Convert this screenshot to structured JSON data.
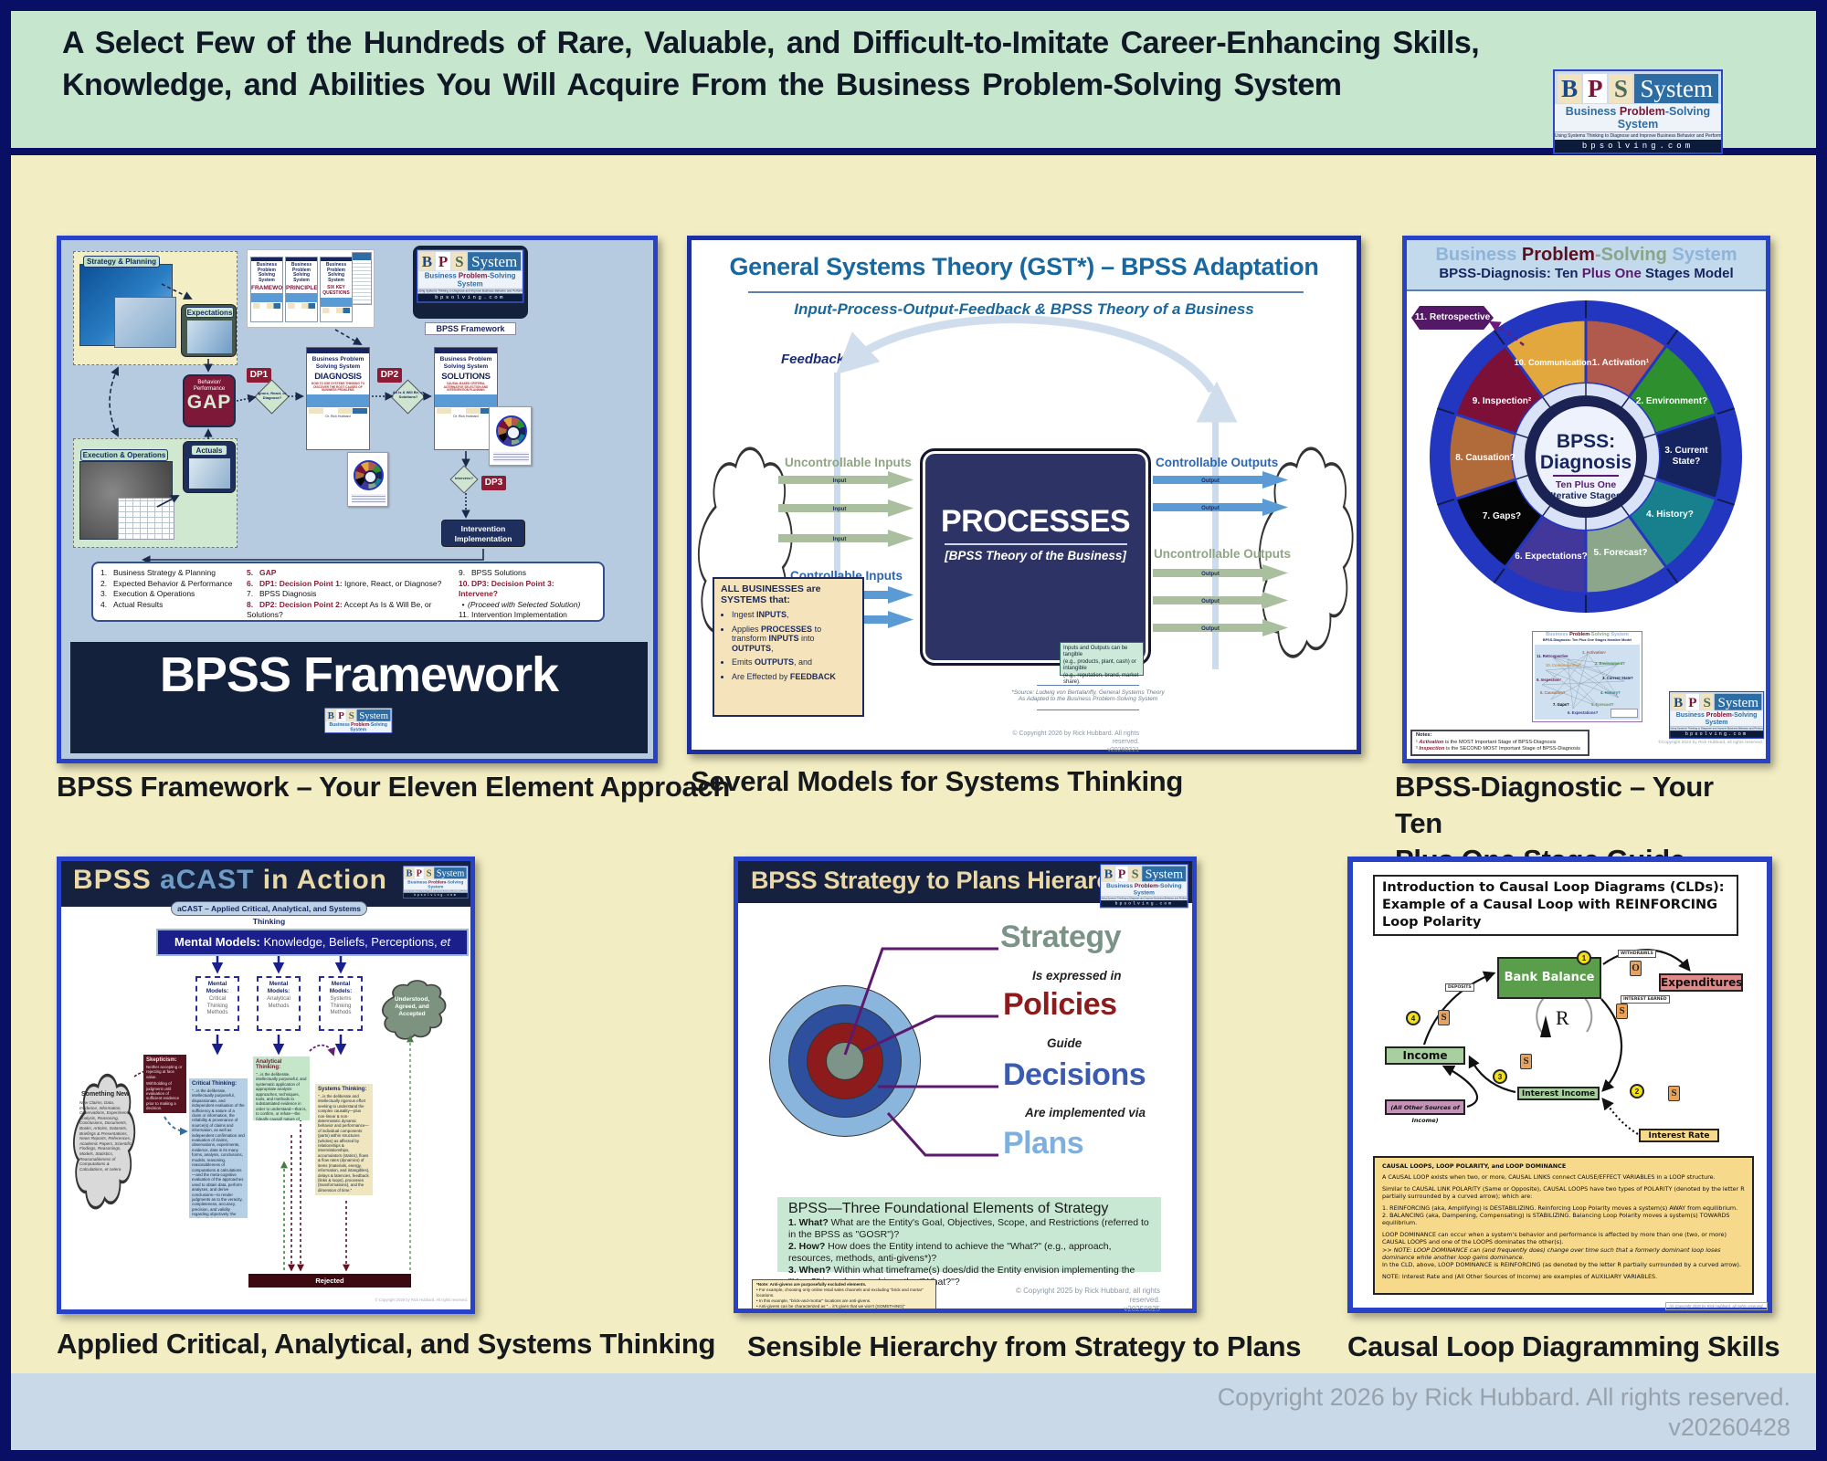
{
  "header": {
    "title_line1": "A Select Few of the Hundreds of Rare, Valuable, and Difficult-to-Imitate Career-Enhancing Skills,",
    "title_line2": "Knowledge, and Abilities You Will Acquire From the Business Problem-Solving System"
  },
  "logo": {
    "b": "B",
    "p": "P",
    "s": "S",
    "system": "System",
    "sub_business": "Business ",
    "sub_problem": "Problem",
    "sub_rest": "-Solving System",
    "tagline": "Using Systems Thinking to Diagnose and Improve Business Behavior and Performance",
    "url": "bpsolving.com"
  },
  "footer": {
    "copyright": "Copyright 2026 by Rick Hubbard. All rights reserved.",
    "version": "v20260428"
  },
  "framework_panel": {
    "caption": "BPSS Framework – Your Eleven Element Approach",
    "strategy_planning": "Strategy & Planning",
    "expectations": "Expectations",
    "execution_operations": "Execution & Operations",
    "actuals": "Actuals",
    "gap_line1": "Behavior/",
    "gap_line2": "Performance",
    "gap": "GAP",
    "dp1": "DP1",
    "dp2": "DP2",
    "dp3": "DP3",
    "dp1_q": "Ignore, React, or, Diagnose?",
    "dp2_q": "As Is & Will Be, or Solutions?",
    "dp3_q": "Intervene?",
    "book_head1": "Business Problem",
    "book_head2": "Solving System",
    "book1": "FRAMEWORK.",
    "book2": "PRINCIPLES",
    "book3": "SIX KEY QUESTIONS",
    "book_diagnosis": "DIAGNOSIS",
    "book_diagnosis_sub": "HOW TO USE SYSTEMS THINKING TO DISCOVER THE ROOT CAUSES OF BUSINESS PROBLEMS",
    "book_solutions": "SOLUTIONS",
    "book_solutions_sub": "CAUSAL-BASED CRITERIA, ALTERNATIVE SELECTION AND INTERVENTION PLANNING",
    "book_author": "Dr. Rick Hubbard",
    "logo_label": "BPSS Framework",
    "intervention_line1": "Intervention",
    "intervention_line2": "Implementation",
    "legend_col1": [
      {
        "n": "1.",
        "t": "Business Strategy & Planning"
      },
      {
        "n": "2.",
        "t": "Expected Behavior & Performance"
      },
      {
        "n": "3.",
        "t": "Execution & Operations"
      },
      {
        "n": "4.",
        "t": "Actual Results"
      }
    ],
    "legend_col2": [
      {
        "n": "5.",
        "r": "GAP",
        "t": ""
      },
      {
        "n": "6.",
        "r": "DP1: Decision Point 1:",
        "t": " Ignore, React, or Diagnose?"
      },
      {
        "n": "7.",
        "r": "",
        "t": "BPSS Diagnosis"
      },
      {
        "n": "8.",
        "r": "DP2: Decision Point 2:",
        "t": " Accept As Is & Will Be, or Solutions?"
      }
    ],
    "legend_col3": [
      {
        "n": "9.",
        "r": "",
        "t": "BPSS Solutions"
      },
      {
        "n": "10.",
        "r": "DP3: Decision Point 3: Intervene?",
        "t": ""
      },
      {
        "n": "•",
        "r": "",
        "t": "(Proceed with Selected Solution)"
      },
      {
        "n": "11.",
        "r": "",
        "t": "Intervention Implementation"
      }
    ],
    "big_title": "BPSS Framework"
  },
  "gst_panel": {
    "caption": "Several Models for Systems Thinking",
    "title": "General Systems Theory (GST*) – BPSS Adaptation",
    "subtitle": "Input-Process-Output-Feedback & BPSS Theory of a Business",
    "feedback": "Feedback",
    "uncontrollable_inputs": "Uncontrollable Inputs",
    "controllable_inputs": "Controllable Inputs",
    "controllable_outputs": "Controllable Outputs",
    "uncontrollable_outputs": "Uncontrollable Outputs",
    "input_label": "Input",
    "output_label": "Output",
    "processes": "PROCESSES",
    "processes_sub": "[BPSS Theory of the Business]",
    "box_title": "ALL BUSINESSES are SYSTEMS that:",
    "bullets": [
      {
        "pre": "Ingest ",
        "b1": "INPUTS",
        "mid1": ",",
        "b2": "",
        "mid2": "",
        "b3": "",
        "post": ""
      },
      {
        "pre": "Applies ",
        "b1": "PROCESSES",
        "mid1": " to transform ",
        "b2": "INPUTS",
        "mid2": " into ",
        "b3": "OUTPUTS",
        "post": ","
      },
      {
        "pre": "Emits ",
        "b1": "OUTPUTS",
        "mid1": ", and",
        "b2": "",
        "mid2": "",
        "b3": "",
        "post": ""
      },
      {
        "pre": "Are Effected by ",
        "b1": "FEEDBACK",
        "mid1": "",
        "b2": "",
        "mid2": "",
        "b3": "",
        "post": ""
      }
    ],
    "note_line1": "Inputs and Outputs can be tangible",
    "note_line2": "(e.g., products, plant, cash) or intangible",
    "note_line3": "(e.g., reputation, brand, market share).",
    "source_line1": "*Source: Ludwig von Bertalanffy, General Systems Theory",
    "source_line2": "As Adapted to the Business Problem-Solving System",
    "copyright1": "© Copyright 2026 by Rick Hubbard. All rights reserved.",
    "copyright2": "v20260221"
  },
  "diagnosis_panel": {
    "caption_line1": "BPSS-Diagnostic – Your Ten",
    "caption_line2": "Plus One Stage Guide",
    "hd_business": "Business ",
    "hd_problem": "Problem",
    "hd_solving": "-Solving ",
    "hd_system": "System",
    "sub_pre": "BPSS-Diagnosis: ",
    "sub_ten": "Ten ",
    "sub_accent": "Plus One",
    "sub_post": " Stages Model",
    "center1": "BPSS:",
    "center2": "Diagnosis",
    "center3": "Ten Plus One",
    "center4": "Iterative Stages",
    "retrospective": "11. Retrospective",
    "stages": [
      {
        "l1": "1. Activation¹",
        "l2": "",
        "full": "1. Activation¹",
        "color": "#b05a4d"
      },
      {
        "l1": "2. Environment?",
        "l2": "",
        "full": "2. Environment?",
        "color": "#2e8f2f"
      },
      {
        "l1": "3. Current",
        "l2": "State?",
        "full": "3. Current State?",
        "color": "#15245e"
      },
      {
        "l1": "4. History?",
        "l2": "",
        "full": "4. History?",
        "color": "#17808c"
      },
      {
        "l1": "5. Forecast?",
        "l2": "",
        "full": "5. Forecast?",
        "color": "#8ca68c"
      },
      {
        "l1": "6. Expectations?",
        "l2": "",
        "full": "6. Expectations?",
        "color": "#42389b"
      },
      {
        "l1": "7. Gaps?",
        "l2": "",
        "full": "7. Gaps?",
        "color": "#050505"
      },
      {
        "l1": "8. Causation?",
        "l2": "",
        "full": "8. Causation?",
        "color": "#b16b3b"
      },
      {
        "l1": "9. Inspection²",
        "l2": "",
        "full": "9. Inspection²",
        "color": "#7c1037"
      },
      {
        "l1": "10. Communication",
        "l2": "",
        "full": "10. Communication",
        "color": "#e2a83e"
      }
    ],
    "thumb_sub": "BPSS-Diagnosis: Ten Plus One Stages Iterative Model",
    "notes_title": "Notes:",
    "n1_sup": "¹ ",
    "n1_word": "Activation",
    "n1_rest": " is the MOST Important Stage of BPSS-Diagnosis",
    "n2_sup": "² ",
    "n2_word": "Inspection",
    "n2_rest": " is the SECOND MOST Important Stage of BPSS-Diagnosis",
    "copyright": "©Copyright 2024 by Rick Hubbard, all rights reserved."
  },
  "acast_panel": {
    "caption": "Applied Critical, Analytical, and Systems Thinking",
    "title_bpss": "BPSS ",
    "title_acast": "aCAST",
    "title_rest": " in Action",
    "subtitle": "aCAST – Applied Critical, Analytical, and Systems Thinking",
    "banner_bold": "Mental Models:",
    "banner_rest": " Knowledge, Beliefs, Perceptions, ",
    "banner_italic": "et cetera",
    "mm1_head": "Mental\nModels:",
    "mm1_body": "Critical\nThinking\nMethods",
    "mm2_head": "Mental\nModels:",
    "mm2_body": "Analytical\nMethods",
    "mm3_head": "Mental\nModels:",
    "mm3_body": "Systems\nThinking\nMethods",
    "cloud_right": "Understood, Agreed, and Accepted",
    "something_new_title": "Something New",
    "something_new_list": "New Claims, Data, Evidence, Information, Observations, Experiments, Analysis, Reasoning, Conclusions, Documents, Books, Articles, Datasets, Briefings & Presentations, News Reports, References, Academic Papers, Scientific Findings, Reasonings, Models, Statistics, Reasonableness of Computations & Calculations, et cetera",
    "skepticism_title": "Skepticism:",
    "skepticism_p1": "Neither accepting or rejecting at face value.",
    "skepticism_p2": "Withholding of judgment until evaluation of sufficient evidence prior to making a decision.",
    "critical_title": "Critical Thinking:",
    "critical_body": "\"...is the deliberate, intellectually purposeful, dispassionate, and independent evaluation of the sufficiency & nature of a claim or information, the reliability & provenance of source(s) of claims and information, as well as independent confirmation and evaluation of claims, observations, experiments, evidence, data in its many forms, analysis, conclusions, models, reasoning, reasonableness of computations & calculations—and the meta-cognitive evaluation of the approaches used to obtain data, perform analyses, and derive conclusions—to render judgments as to the veracity, completeness, accuracy, precision, and validity regarding objectively 'the reality of what is'.\"",
    "analytical_title": "Analytical Thinking:",
    "analytical_body": "\"...is the deliberate, intellectually purposeful, and systematic application of appropriate analysis approaches, techniques, tools, and methods to substantiated evidence in order to understand—that is, to confirm, or refute—the (ideally causal) nature of dynamic behavior and performance.\"",
    "systems_title": "Systems Thinking:",
    "systems_body": "\"...is the deliberate and intellectually rigorous effort seeking to understand the complex causality—plus non-linear & non-deterministic dynamic behavior and performance—of individual components (parts) within structures (wholes) as affected by relationships & interrelationships, accumulators (statics), flows & flow rates (dynamics) of items (materials, energy, information, and intangibles), delays & latencies, feedback (links & loops), processes (transformations), and the dimension of time.\"",
    "rejected": "Rejected",
    "copyright": "© Copyright 2026 by Rick Hubbard. All rights reserved."
  },
  "strategy_panel": {
    "caption": "Sensible Hierarchy from Strategy to Plans",
    "title": "BPSS Strategy to Plans Hierarchy",
    "level1": "Strategy",
    "conn1": "Is expressed in",
    "level2": "Policies",
    "conn2": "Guide",
    "level3": "Decisions",
    "conn3": "Are implemented via",
    "level4": "Plans",
    "colors": {
      "strategy": "#7b9287",
      "policies": "#8e1b1b",
      "decisions": "#3b5bb0",
      "plans": "#7fb0dd"
    },
    "elements_title": "BPSS—Three Foundational Elements of Strategy",
    "elements": [
      {
        "lead": "1. What?",
        "text": " What are the Entity's Goal, Objectives, Scope, and Restrictions (referred to in the BPSS as \"GOSR\")?"
      },
      {
        "lead": "2. How?",
        "text": " How does the Entity intend to achieve the \"What?\" (e.g., approach, resources, methods, anti-givens*)?"
      },
      {
        "lead": "3. When?",
        "text": " Within what timeframe(s) does/did the Entity envision implementing the \"How?\" in order to achieve the \"What?\"?"
      }
    ],
    "note_title": "*Note: Anti-givens are purposefully excluded elements.",
    "note_line1": "•  For example, choosing only online retail sales channels and excluding \"brick and mortar\" locations.",
    "note_line2": "•  In this example, \"brick-and-mortar\" locations are anti-givens.",
    "note_line3": "•  Anti-givens can be characterized as \"... it's given that we won't (SOMETHING)\"",
    "copyright1": "© Copyright 2025 by Rick Hubbard, all rights reserved.",
    "copyright2": "v20250825"
  },
  "cld_panel": {
    "caption": "Causal Loop Diagramming Skills",
    "title_line1": "Introduction to Causal Loop Diagrams (CLDs):",
    "title_line2": "Example of a Causal Loop with REINFORCING Loop Polarity",
    "bank_balance": "Bank Balance",
    "expenditures": "Expenditures",
    "income": "Income",
    "interest_income": "Interest Income",
    "other_sources": "(All Other Sources of Income)",
    "interest_rate": "Interest Rate",
    "withdrawls": "WITHDRAWLS",
    "deposits": "DEPOSITS",
    "interest_earned": "INTEREST EARNED",
    "s": "S",
    "o": "O",
    "r": "R",
    "badge1": "1",
    "badge2": "2",
    "badge3": "3",
    "badge4": "4",
    "paras": [
      "CAUSAL LOOPS, LOOP POLARITY, and LOOP DOMINANCE",
      "A CAUSAL LOOP exists when two, or more, CAUSAL LINKS connect CAUSE/EFFECT VARIABLES in a LOOP structure.",
      "Similar to CAUSAL LINK POLARITY (Same or Opposite), CAUSAL LOOPS have two types of POLARITY (denoted by the letter R partially surrounded by a curved arrow); which are:",
      "1. REINFORCING (aka, Amplifying) is DESTABILIZING. Reinforcing Loop Polarity moves a system(s) AWAY from equilibrium.",
      "2. BALANCING (aka, Dampening, Compensating) is STABILIZING. Balancing Loop Polarity moves a system(s) TOWARDS equilibrium.",
      "LOOP DOMINANCE can occur when a system's behavior and performance is affected by more than one (two, or more) CAUSAL LOOPS and one of the LOOPS dominates the other(s).",
      ">> NOTE: LOOP DOMINANCE can (and frequently does) change over time such that a formerly dominant loop loses dominance while another loop gains dominance.",
      "In the CLD, above, LOOP DOMINANCE is REINFORCING (as denoted by the letter R partially surrounded by a curved arrow).",
      "NOTE: Interest Rate and (All Other Sources of Income) are examples of AUXILIARY VARIABLES."
    ],
    "copyright": "(c) Copyright 2020 by Rick Hubbard, all rights reserved."
  }
}
